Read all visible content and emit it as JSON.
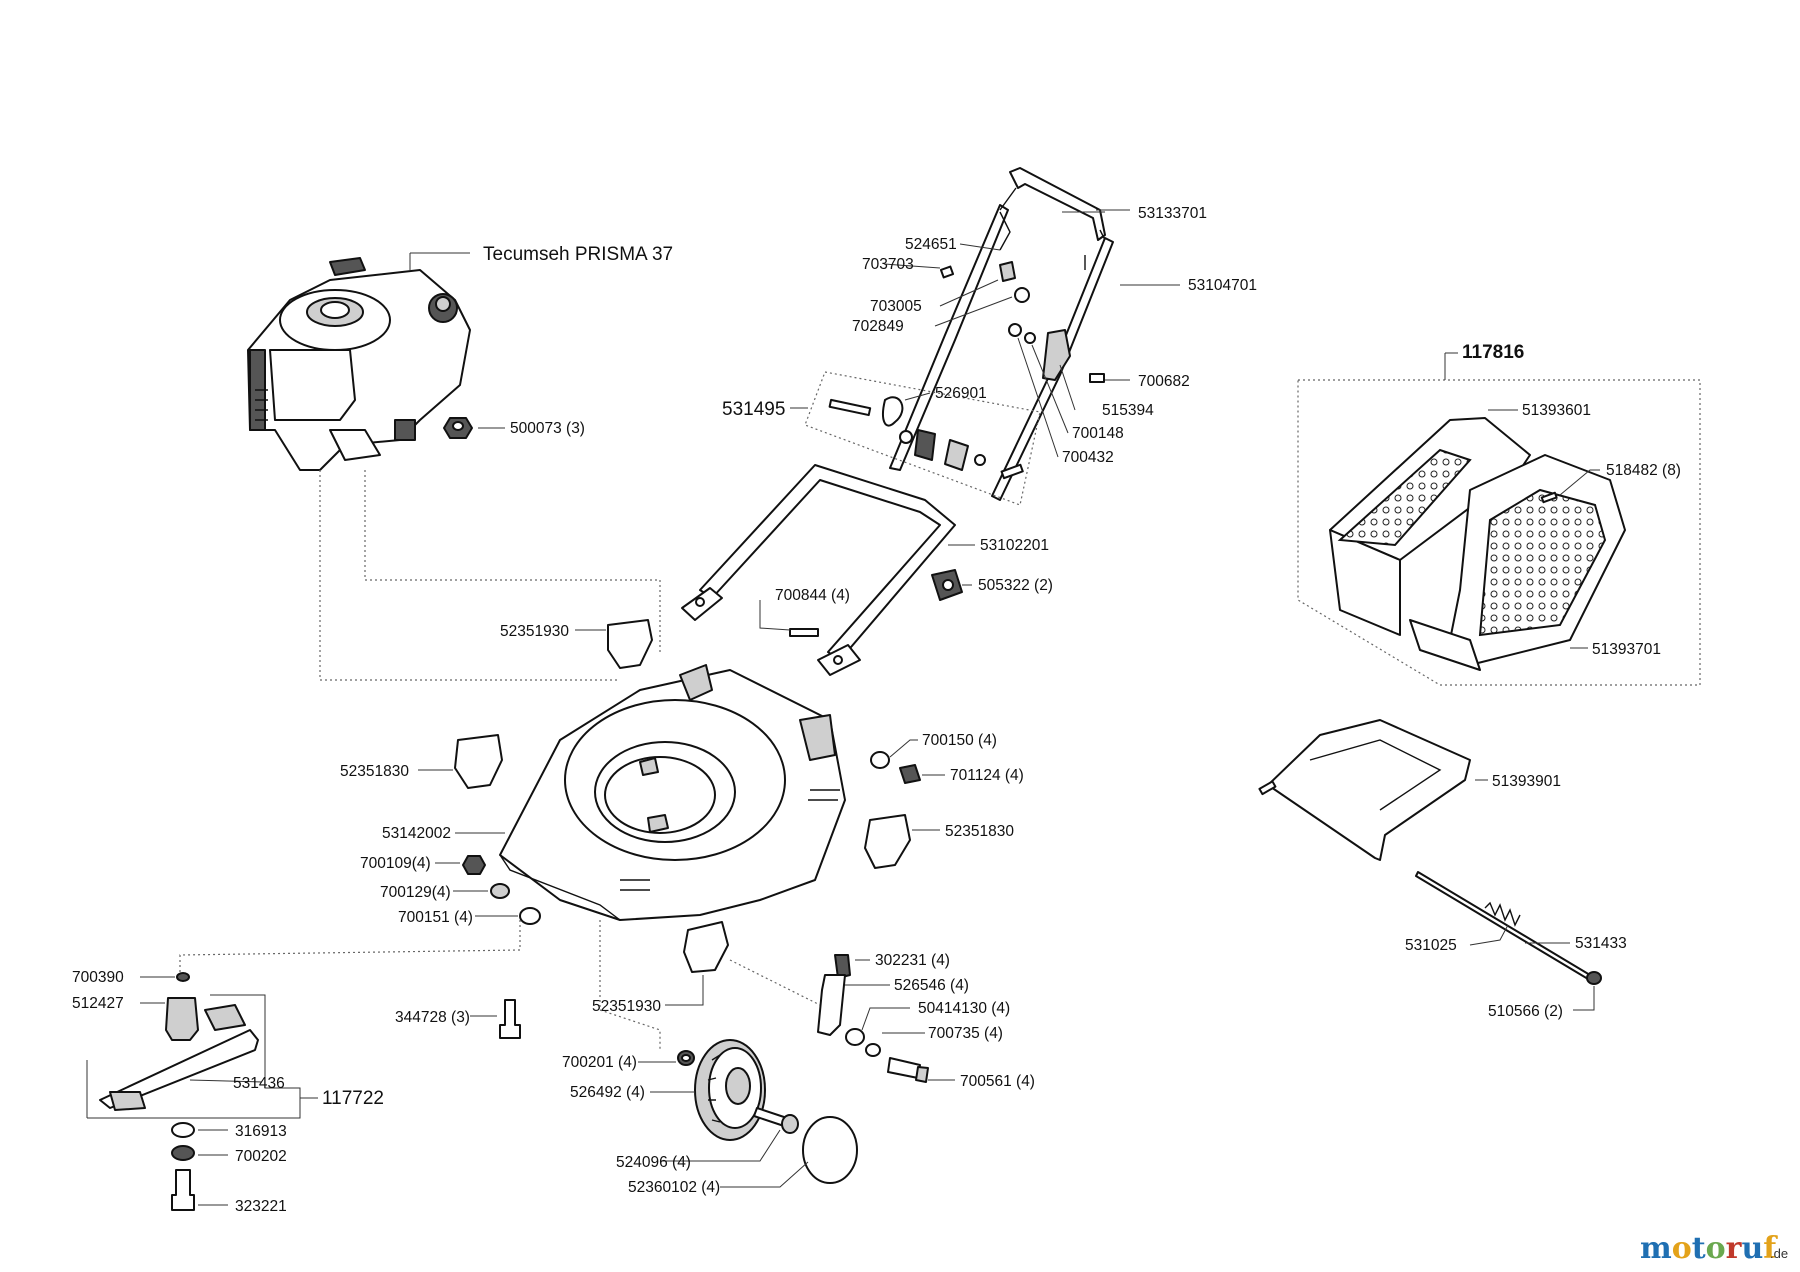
{
  "diagram": {
    "engine_label": "Tecumseh PRISMA 37",
    "kits": [
      {
        "id": "kit-117816",
        "number": "117816"
      },
      {
        "id": "kit-117722",
        "number": "117722"
      },
      {
        "id": "kit-531495",
        "number": "531495"
      }
    ],
    "callouts": [
      {
        "id": "53133701",
        "text": "53133701"
      },
      {
        "id": "524651",
        "text": "524651"
      },
      {
        "id": "703703",
        "text": "703703"
      },
      {
        "id": "53104701",
        "text": "53104701"
      },
      {
        "id": "703005",
        "text": "703005"
      },
      {
        "id": "702849",
        "text": "702849"
      },
      {
        "id": "700682",
        "text": "700682"
      },
      {
        "id": "515394",
        "text": "515394"
      },
      {
        "id": "526901",
        "text": "526901"
      },
      {
        "id": "700148",
        "text": "700148"
      },
      {
        "id": "700432",
        "text": "700432"
      },
      {
        "id": "500073",
        "text": "500073 (3)"
      },
      {
        "id": "53102201",
        "text": "53102201"
      },
      {
        "id": "505322",
        "text": "505322 (2)"
      },
      {
        "id": "700844",
        "text": "700844 (4)"
      },
      {
        "id": "52351930a",
        "text": "52351930"
      },
      {
        "id": "52351830a",
        "text": "52351830"
      },
      {
        "id": "700150",
        "text": "700150 (4)"
      },
      {
        "id": "701124",
        "text": "701124 (4)"
      },
      {
        "id": "53142002",
        "text": "53142002"
      },
      {
        "id": "52351830b",
        "text": "52351830"
      },
      {
        "id": "700109",
        "text": "700109(4)"
      },
      {
        "id": "700129",
        "text": "700129(4)"
      },
      {
        "id": "700151",
        "text": "700151 (4)"
      },
      {
        "id": "700390",
        "text": "700390"
      },
      {
        "id": "512427",
        "text": "512427"
      },
      {
        "id": "344728",
        "text": "344728 (3)"
      },
      {
        "id": "302231",
        "text": "302231 (4)"
      },
      {
        "id": "526546",
        "text": "526546 (4)"
      },
      {
        "id": "52351930b",
        "text": "52351930"
      },
      {
        "id": "50414130",
        "text": "50414130 (4)"
      },
      {
        "id": "700735",
        "text": "700735 (4)"
      },
      {
        "id": "531436",
        "text": "531436"
      },
      {
        "id": "700201",
        "text": "700201 (4)"
      },
      {
        "id": "700561",
        "text": "700561 (4)"
      },
      {
        "id": "526492",
        "text": "526492 (4)"
      },
      {
        "id": "316913",
        "text": "316913"
      },
      {
        "id": "700202",
        "text": "700202"
      },
      {
        "id": "524096",
        "text": "524096 (4)"
      },
      {
        "id": "52360102",
        "text": "52360102 (4)"
      },
      {
        "id": "323221",
        "text": "323221"
      },
      {
        "id": "51393601",
        "text": "51393601"
      },
      {
        "id": "518482",
        "text": "518482 (8)"
      },
      {
        "id": "51393701",
        "text": "51393701"
      },
      {
        "id": "51393901",
        "text": "51393901"
      },
      {
        "id": "531025",
        "text": "531025"
      },
      {
        "id": "531433",
        "text": "531433"
      },
      {
        "id": "510566",
        "text": "510566 (2)"
      }
    ]
  },
  "watermark": {
    "brand": "motoruf",
    "suffix": ".de",
    "colors": {
      "m": "#1f6fb2",
      "o": "#e3a21a",
      "t": "#1f6fb2",
      "o2": "#6aa84f",
      "r": "#c0392b",
      "u": "#1f6fb2",
      "f": "#e3a21a"
    }
  }
}
